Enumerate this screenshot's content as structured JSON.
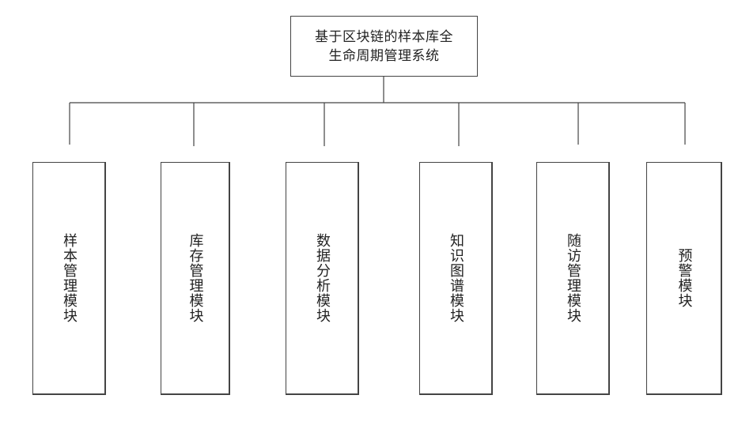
{
  "root": {
    "title_line1": "基于区块链的样本库全",
    "title_line2": "生命周期管理系统"
  },
  "modules": [
    {
      "label": "样本管理模块"
    },
    {
      "label": "库存管理模块"
    },
    {
      "label": "数据分析模块"
    },
    {
      "label": "知识图谱模块"
    },
    {
      "label": "随访管理模块"
    },
    {
      "label": "预警模块"
    }
  ],
  "colors": {
    "line": "#444444",
    "text": "#222222",
    "background": "#ffffff"
  }
}
